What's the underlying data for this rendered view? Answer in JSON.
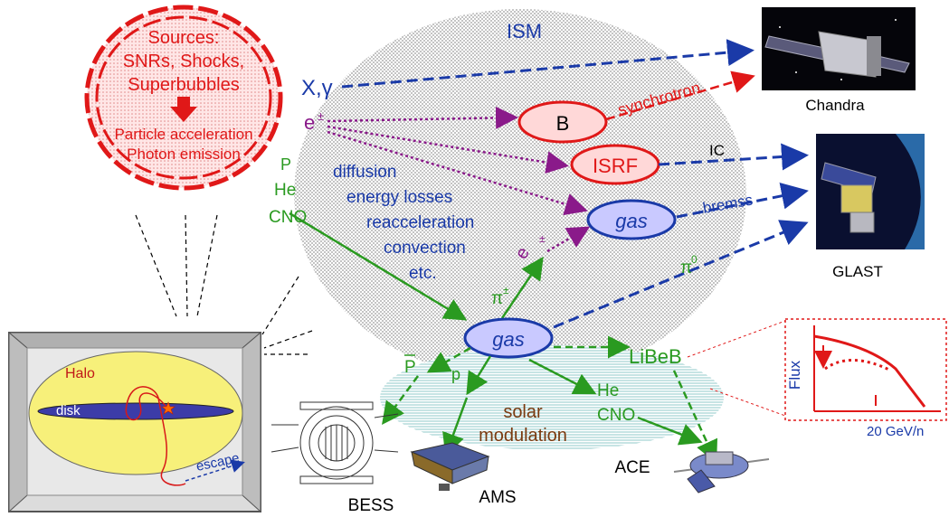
{
  "sources": {
    "title": "Sources:",
    "line1": "SNRs, Shocks,",
    "line2": "Superbubbles",
    "line3": "Particle acceleration",
    "line4": "Photon emission"
  },
  "ism_label": "ISM",
  "species": {
    "xgamma": "X,γ",
    "e": "e",
    "e_sup": "±",
    "p": "P",
    "he": "He",
    "cno": "CNO"
  },
  "processes": [
    "diffusion",
    "energy losses",
    "reacceleration",
    "convection",
    "etc."
  ],
  "targets": {
    "b": "B",
    "isrf": "ISRF",
    "gas_top": "gas",
    "gas_main": "gas"
  },
  "emission": {
    "synchrotron": "synchrotron",
    "ic": "IC",
    "bremss": "bremss",
    "pi0": "π",
    "pi0_sup": "0",
    "pipm": "π",
    "pipm_sup": "±",
    "e2": "e",
    "e2_sup": "±"
  },
  "products": {
    "pbar": "P",
    "p": "p",
    "libeb": "LiBeB",
    "he": "He",
    "cno": "CNO"
  },
  "modulation": {
    "line1": "solar",
    "line2": "modulation"
  },
  "instruments": {
    "chandra": "Chandra",
    "glast": "GLAST",
    "bess": "BESS",
    "ams": "AMS",
    "ace": "ACE"
  },
  "galaxy": {
    "halo": "Halo",
    "disk": "disk",
    "escape": "escape"
  },
  "flux_plot": {
    "ylabel": "Flux",
    "xlabel": "20 GeV/n"
  },
  "colors": {
    "red": "#e01818",
    "blue": "#1a3aa8",
    "green": "#2a9a20",
    "purple": "#8a1a8a",
    "ism_fill": "#c8c8c8"
  }
}
